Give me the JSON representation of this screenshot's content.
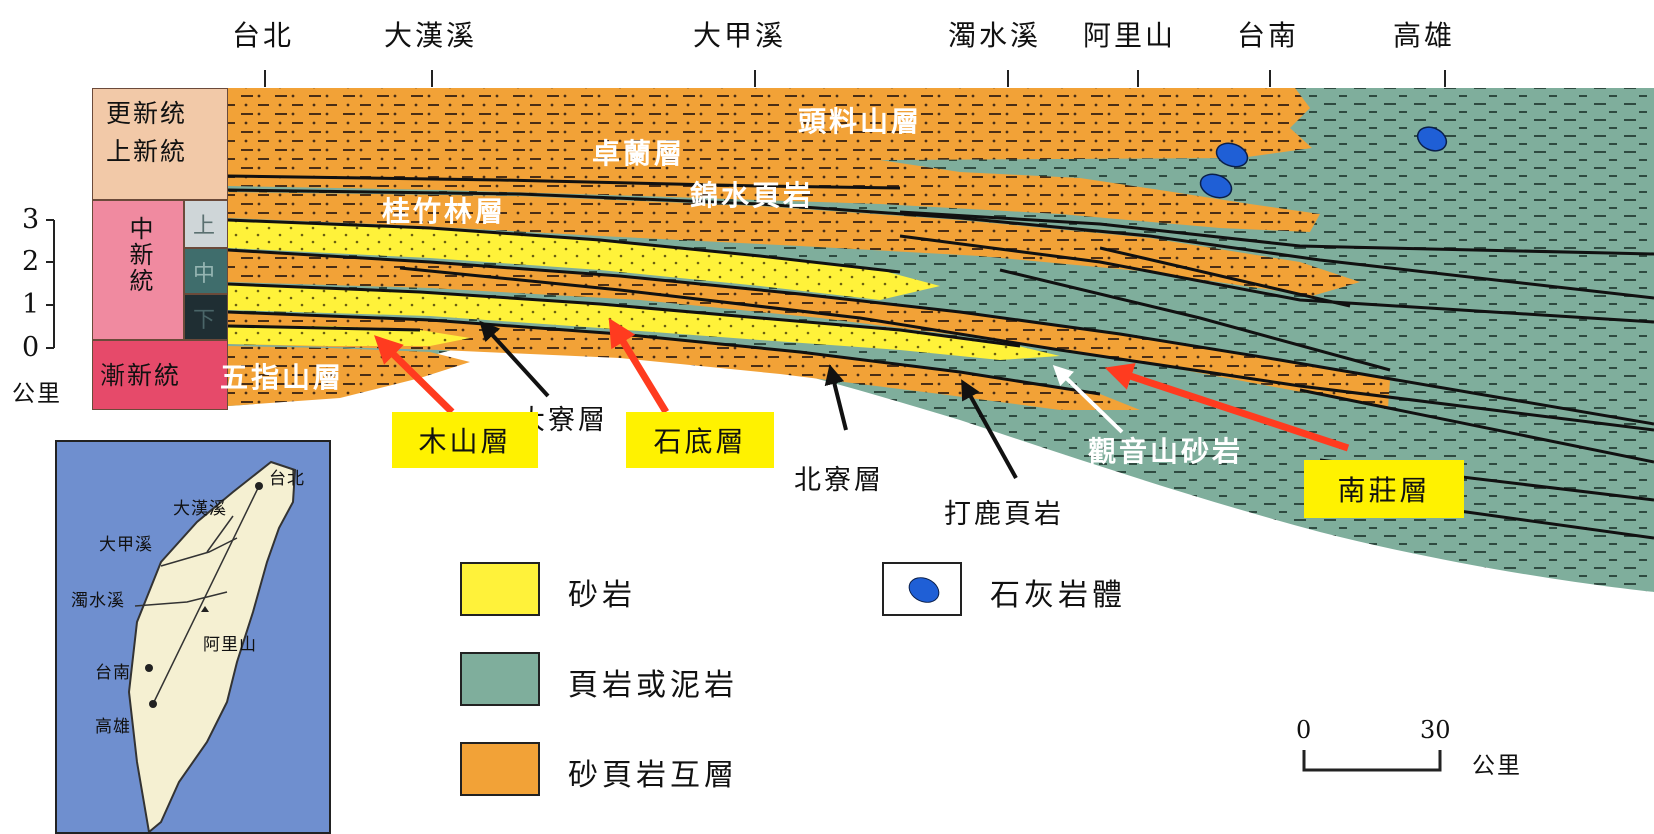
{
  "locations": [
    "台北",
    "大漢溪",
    "大甲溪",
    "濁水溪",
    "阿里山",
    "台南",
    "高雄"
  ],
  "epochs": {
    "pleistocene": "更新统",
    "pliocene": "上新統",
    "miocene": "中新統",
    "miocene_upper": "上",
    "miocene_middle": "中",
    "miocene_lower": "下",
    "oligocene": "漸新統"
  },
  "depth_scale": {
    "ticks": [
      "3",
      "2",
      "1",
      "0"
    ],
    "unit": "公里"
  },
  "formations_white": {
    "toukoshan": "頭料山層",
    "cholan": "卓蘭層",
    "chinshui": "錦水頁岩",
    "kueichulin": "桂竹林層",
    "wuchishan": "五指山層",
    "kuanyinshan": "觀音山砂岩"
  },
  "formations_black": {
    "talieo": "大寮層",
    "peiliao": "北寮層",
    "talu": "打鹿頁岩"
  },
  "highlighted_formations": {
    "mushan": "木山層",
    "shihti": "石底層",
    "nanchuang": "南莊層"
  },
  "legend": {
    "sandstone": "砂岩",
    "shale": "頁岩或泥岩",
    "interbedded": "砂頁岩互層",
    "limestone": "石灰岩體"
  },
  "map": {
    "cities": [
      "台北",
      "大漢溪",
      "大甲溪",
      "濁水溪",
      "阿里山",
      "台南",
      "高雄"
    ]
  },
  "scale_bar": {
    "start": "0",
    "end": "30",
    "unit": "公里"
  },
  "colors": {
    "sandstone": "#fff23a",
    "shale": "#7fae9c",
    "interbedded": "#f2a237",
    "pleistocene": "#f2c9a8",
    "miocene": "#f08aa0",
    "oligocene": "#e64a6a",
    "upper_miocene": "#cfd6d8",
    "middle_miocene": "#3f6d6c",
    "lower_miocene": "#1f2e33",
    "map_sea": "#6f8fcf",
    "map_land": "#f5f0d2",
    "highlight": "#fff200",
    "red_arrow": "#ff3b1f"
  }
}
